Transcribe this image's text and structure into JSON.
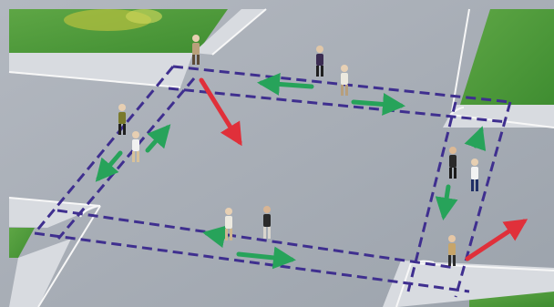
{
  "scene": {
    "legend": {
      "crosswalk_outline": "dashed-rectangle",
      "allowed_direction": "green-arrow",
      "disallowed_direction": "red-arrow"
    },
    "colors": {
      "grass": "#4f9a3b",
      "road": "#a8aeb7",
      "sidewalk": "#d9dbe0",
      "curb": "#f4f4f4",
      "crosswalk_outline": "#3f2f8f",
      "allowed_arrow": "#27a35a",
      "disallowed_arrow": "#e0303a",
      "pedestrian_dark": "#2a2a2a",
      "pedestrian_light": "#ece9df",
      "pedestrian_tan": "#b9a07b",
      "pedestrian_navy": "#1f2f66"
    },
    "elements": {
      "top_left_block": "grass",
      "top_right_block": "grass",
      "bottom_left_block": "grass",
      "bottom_right_block": "grass",
      "pedestrians": [
        "top-left",
        "top-middle-left",
        "top-middle-right",
        "left-middle",
        "left-lower",
        "bottom-middle-left",
        "bottom-middle-right",
        "right-upper-left",
        "right-upper-right",
        "right-lower"
      ],
      "arrows": [
        "green-top-left",
        "green-top-right",
        "green-left-up",
        "green-left-down",
        "green-bottom-left",
        "green-bottom-right",
        "green-right-up",
        "green-right-down",
        "red-top-left",
        "red-bottom-right"
      ]
    }
  }
}
